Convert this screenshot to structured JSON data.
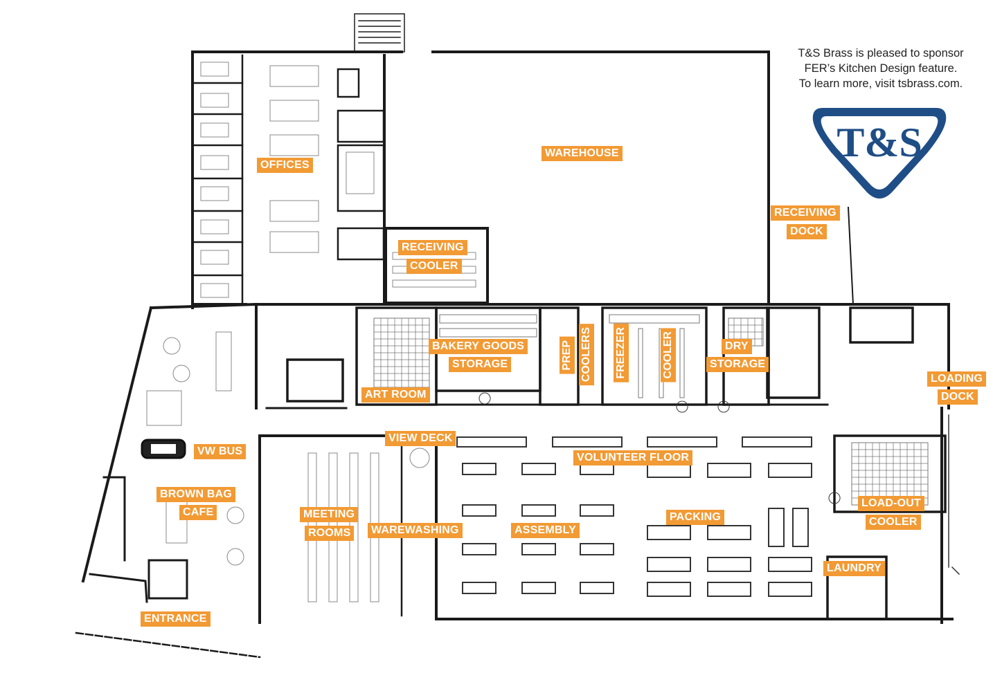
{
  "sponsor": {
    "line1": "T&S Brass is pleased to sponsor",
    "line2": "FER’s Kitchen Design feature.",
    "line3": "To learn more, visit tsbrass.com.",
    "logo_text": "T&S",
    "logo_color": "#1f4e86"
  },
  "label_color": "#f29a34",
  "labels": {
    "offices": "OFFICES",
    "warehouse": "WAREHOUSE",
    "receiving_dock_1": "RECEIVING",
    "receiving_dock_2": "DOCK",
    "receiving_cooler_1": "RECEIVING",
    "receiving_cooler_2": "COOLER",
    "bakery_1": "BAKERY GOODS",
    "bakery_2": "STORAGE",
    "prep": "PREP",
    "coolers": "COOLERS",
    "freezer": "FREEZER",
    "cooler": "COOLER",
    "dry_1": "DRY",
    "dry_2": "STORAGE",
    "loading_1": "LOADING",
    "loading_2": "DOCK",
    "art_room": "ART ROOM",
    "view_deck": "VIEW DECK",
    "volunteer_floor": "VOLUNTEER FLOOR",
    "vw_bus": "VW BUS",
    "brown_bag_1": "BROWN BAG",
    "brown_bag_2": "CAFE",
    "meeting_1": "MEETING",
    "meeting_2": "ROOMS",
    "warewashing": "WAREWASHING",
    "assembly": "ASSEMBLY",
    "packing": "PACKING",
    "loadout_1": "LOAD-OUT",
    "loadout_2": "COOLER",
    "laundry": "LAUNDRY",
    "entrance": "ENTRANCE"
  }
}
